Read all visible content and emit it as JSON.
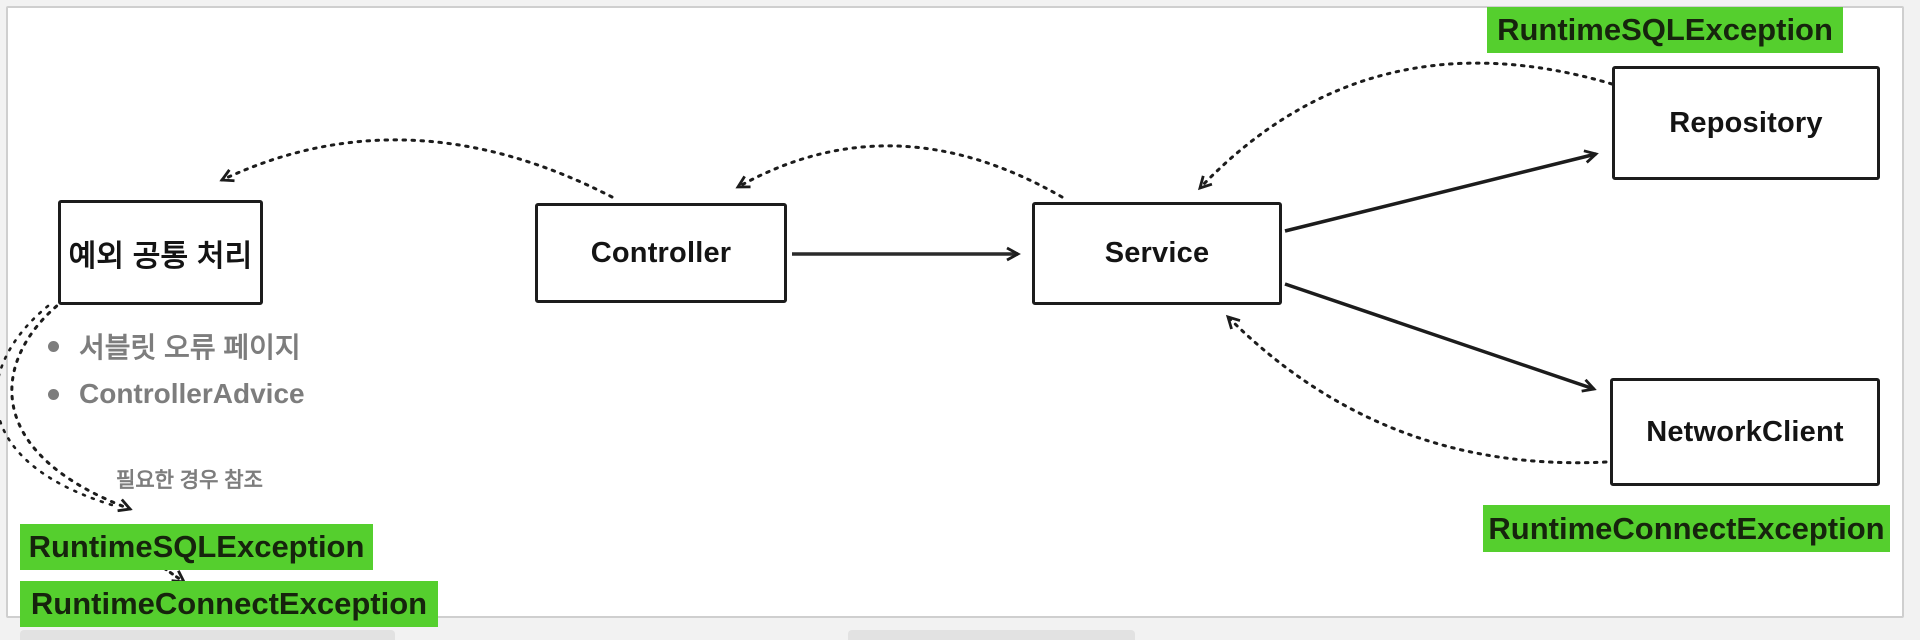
{
  "page": {
    "background": "#f2f2f2",
    "canvas_background": "#ffffff"
  },
  "diagram": {
    "nodes": {
      "exception_handler": "예외 공통 처리",
      "controller": "Controller",
      "service": "Service",
      "repository": "Repository",
      "network_client": "NetworkClient"
    },
    "exception_labels": {
      "repository_exception": "RuntimeSQLException",
      "network_exception": "RuntimeConnectException",
      "handler_exception_sql": "RuntimeSQLException",
      "handler_exception_connect": "RuntimeConnectException"
    },
    "handler_notes": {
      "bullets": [
        "서블릿 오류 페이지",
        "ControllerAdvice"
      ],
      "reference_note": "필요한 경우 참조"
    },
    "edges": [
      {
        "from": "controller",
        "to": "service",
        "style": "solid-arrow"
      },
      {
        "from": "service",
        "to": "repository",
        "style": "solid-arrow"
      },
      {
        "from": "service",
        "to": "network_client",
        "style": "solid-arrow"
      },
      {
        "from": "controller",
        "to": "exception_handler",
        "style": "dotted-arc"
      },
      {
        "from": "service",
        "to": "controller",
        "style": "dotted-arc"
      },
      {
        "from": "repository",
        "to": "service",
        "style": "dotted-arc"
      },
      {
        "from": "network_client",
        "to": "service",
        "style": "dotted-arc"
      },
      {
        "from": "exception_handler",
        "to": "handler_exception_sql",
        "style": "dotted-arc"
      },
      {
        "from": "handler_exception_sql",
        "to": "handler_exception_connect",
        "style": "dotted-arrow"
      }
    ],
    "colors": {
      "highlight_green": "#55cf2e",
      "stroke_black": "#1c1c1c",
      "note_gray": "#7d7d7d"
    }
  }
}
